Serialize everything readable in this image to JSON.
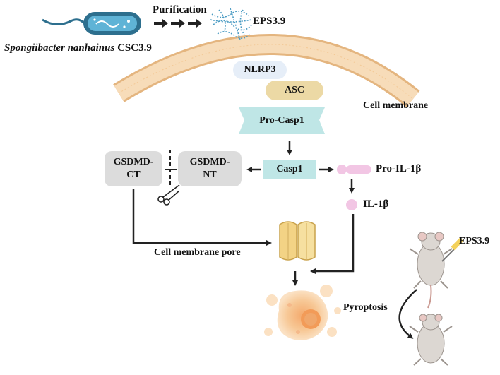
{
  "source": {
    "organism_italic": "Spongiibacter nanhainus",
    "strain": "CSC3.9"
  },
  "purification_label": "Purification",
  "eps_label": "EPS3.9",
  "membrane_label": "Cell membrane",
  "inflammasome": {
    "nlrp3": "NLRP3",
    "asc": "ASC",
    "pro_casp1": "Pro-Casp1",
    "casp1": "Casp1"
  },
  "gsdmd": {
    "ct_line1": "GSDMD-",
    "ct_line2": "CT",
    "nt_line1": "GSDMD-",
    "nt_line2": "NT"
  },
  "cytokines": {
    "pro_il1b": "Pro-IL-1β",
    "il1b": "IL-1β"
  },
  "pore_label": "Cell membrane pore",
  "pyroptosis_label": "Pyroptosis",
  "mouse_eps_label": "EPS3.9",
  "colors": {
    "membrane": "#f5d9b3",
    "membrane_edge": "#e4b57f",
    "bacterium": "#2d6f8e",
    "bacterium_inner": "#5fb3d6",
    "eps": "#4a9bc3",
    "nlrp3": "#e6eef8",
    "asc": "#ecd9a5",
    "casp": "#bfe6e6",
    "gsdmd": "#dcdcdc",
    "il1b": "#f2c6e4",
    "pore": "#f3d385",
    "cell": "#f1b77a"
  }
}
